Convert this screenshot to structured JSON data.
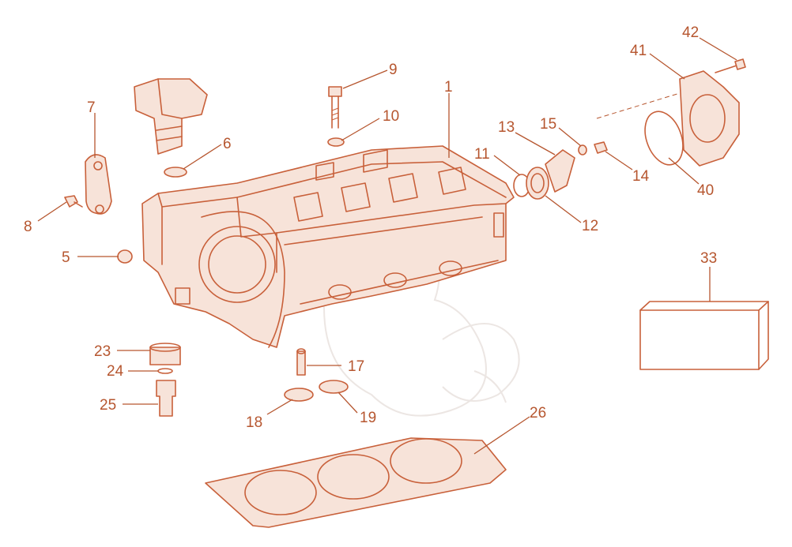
{
  "diagram": {
    "accent_color": "#c8603a",
    "callouts": [
      {
        "id": "1",
        "label": "1"
      },
      {
        "id": "5",
        "label": "5"
      },
      {
        "id": "6",
        "label": "6"
      },
      {
        "id": "7",
        "label": "7"
      },
      {
        "id": "8",
        "label": "8"
      },
      {
        "id": "9",
        "label": "9"
      },
      {
        "id": "10",
        "label": "10"
      },
      {
        "id": "11",
        "label": "11"
      },
      {
        "id": "12",
        "label": "12"
      },
      {
        "id": "13",
        "label": "13"
      },
      {
        "id": "14",
        "label": "14"
      },
      {
        "id": "15",
        "label": "15"
      },
      {
        "id": "17",
        "label": "17"
      },
      {
        "id": "18",
        "label": "18"
      },
      {
        "id": "19",
        "label": "19"
      },
      {
        "id": "23",
        "label": "23"
      },
      {
        "id": "24",
        "label": "24"
      },
      {
        "id": "25",
        "label": "25"
      },
      {
        "id": "26",
        "label": "26"
      },
      {
        "id": "33",
        "label": "33"
      },
      {
        "id": "40",
        "label": "40"
      },
      {
        "id": "41",
        "label": "41"
      },
      {
        "id": "42",
        "label": "42"
      }
    ]
  }
}
